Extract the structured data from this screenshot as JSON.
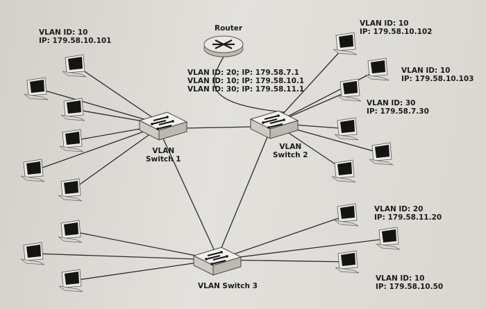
{
  "router_label": "Router",
  "router_info": [
    "VLAN ID: 20; IP: 179.58.7.1",
    "VLAN ID: 10; IP: 179.58.10.1",
    "VLAN ID: 30; IP: 179.58.11.1"
  ],
  "switch1_label": "VLAN\nSwitch 1",
  "switch2_label": "VLAN\nSwitch 2",
  "switch3_label": "VLAN Switch 3",
  "pc_labels": {
    "top_left": "VLAN ID: 10\nIP: 179.58.10.101",
    "s2_top": "VLAN ID: 10\nIP: 179.58.10.102",
    "s2_second": "VLAN ID: 10\nIP: 179.58.10.103",
    "s2_third": "VLAN ID: 30\nIP: 179.58.7.30",
    "s3_top": "VLAN ID: 20\nIP: 179.58.11.20",
    "s3_bottom": "VLAN ID: 10\nIP: 179.58.10.50"
  },
  "colors": {
    "line": "#2a2a2a",
    "device": "#ece9e4",
    "screen": "#141414",
    "text": "#1b1b1b"
  }
}
